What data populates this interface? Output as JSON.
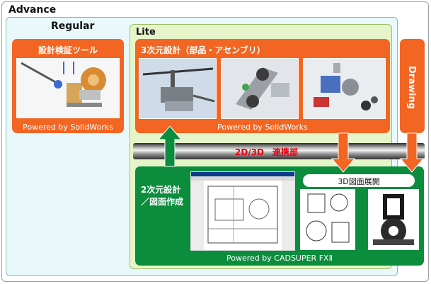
{
  "advance": {
    "title": "Advance"
  },
  "regular": {
    "title": "Regular"
  },
  "lite": {
    "title": "Lite"
  },
  "verification": {
    "title": "設計検証ツール",
    "powered": "Powered by SolidWorks"
  },
  "design3d": {
    "title": "3次元設計（部品・アセンブリ）",
    "powered": "Powered by SolidWorks"
  },
  "drawing": {
    "title": "Drawing"
  },
  "link": {
    "label": "2D/3D　連携部"
  },
  "design2d": {
    "title_line1": "2次元設計",
    "title_line2": "／図面作成",
    "powered": "Powered by CADSUPER FXⅡ"
  },
  "expand3d": {
    "label": "3D図面展開"
  },
  "colors": {
    "orange": "#f26522",
    "green": "#0c8d3e",
    "link_text": "#e60012"
  }
}
